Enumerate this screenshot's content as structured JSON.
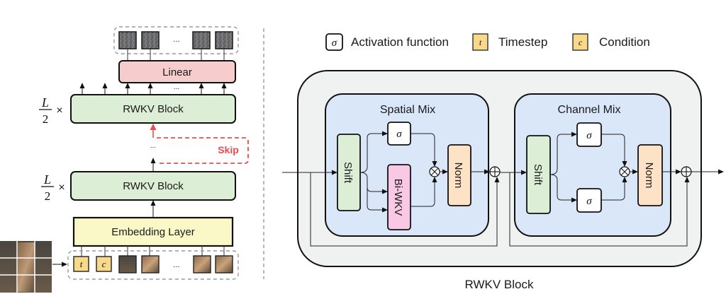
{
  "left": {
    "linear_label": "Linear",
    "rwkv_top_label": "RWKV Block",
    "rwkv_bottom_label": "RWKV Block",
    "embedding_label": "Embedding Layer",
    "skip_label": "Skip",
    "repeat_num": "L",
    "repeat_den": "2",
    "repeat_times": "×",
    "ellipsis": "...",
    "token_t": "t",
    "token_c": "c"
  },
  "legend": {
    "sigma_symbol": "σ",
    "activation_label": "Activation function",
    "timestep_symbol": "t",
    "timestep_label": "Timestep",
    "condition_symbol": "c",
    "condition_label": "Condition"
  },
  "block": {
    "title": "RWKV Block",
    "spatial": {
      "title": "Spatial Mix",
      "shift": "Shift",
      "sigma": "σ",
      "biwkv": "Bi-WKV",
      "norm": "Norm"
    },
    "channel": {
      "title": "Channel Mix",
      "shift": "Shift",
      "sigma_top": "σ",
      "sigma_bottom": "σ",
      "norm": "Norm"
    }
  },
  "colors": {
    "skip": "#f04a4a",
    "linear_fill": "#f6cccc",
    "rwkv_fill": "#dcefd6",
    "embedding_fill": "#fbf8c8",
    "token_fill": "#f8d98a",
    "mix_fill": "#d9e7f8",
    "outer_fill": "#f0f1f1",
    "shift_fill": "#dcefd6",
    "biwkv_fill": "#f8c8e4",
    "norm_fill": "#fde2c6"
  }
}
